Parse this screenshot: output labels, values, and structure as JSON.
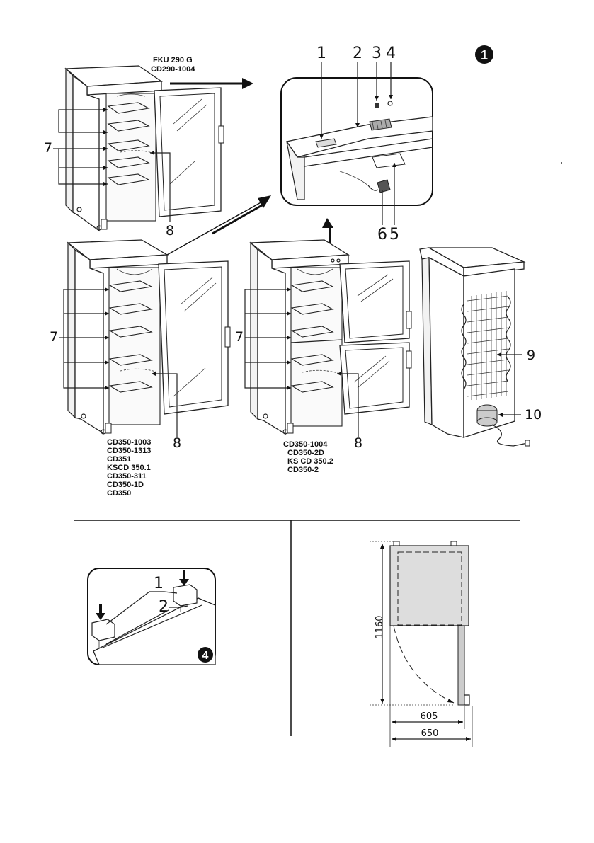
{
  "page_badge": "1",
  "models_top": [
    "FKU 290 G",
    "CD290-1004"
  ],
  "models_left": [
    "CD350-1003",
    "CD350-1313",
    "CD351",
    "KSCD 350.1",
    "CD350-311",
    "CD350-1D",
    "CD350"
  ],
  "models_right": [
    "CD350-1004",
    "CD350-2D",
    "KS CD 350.2",
    "CD350-2"
  ],
  "callouts": {
    "c1": "1",
    "c2": "2",
    "c3": "3",
    "c4": "4",
    "c5": "5",
    "c6": "6",
    "c7": "7",
    "c8": "8",
    "c9": "9",
    "c10": "10"
  },
  "inset_badge": "4",
  "inset_callouts": {
    "i1": "1",
    "i2": "2"
  },
  "dimensions": {
    "height": "1160",
    "depth_door": "605",
    "depth_total": "650"
  }
}
